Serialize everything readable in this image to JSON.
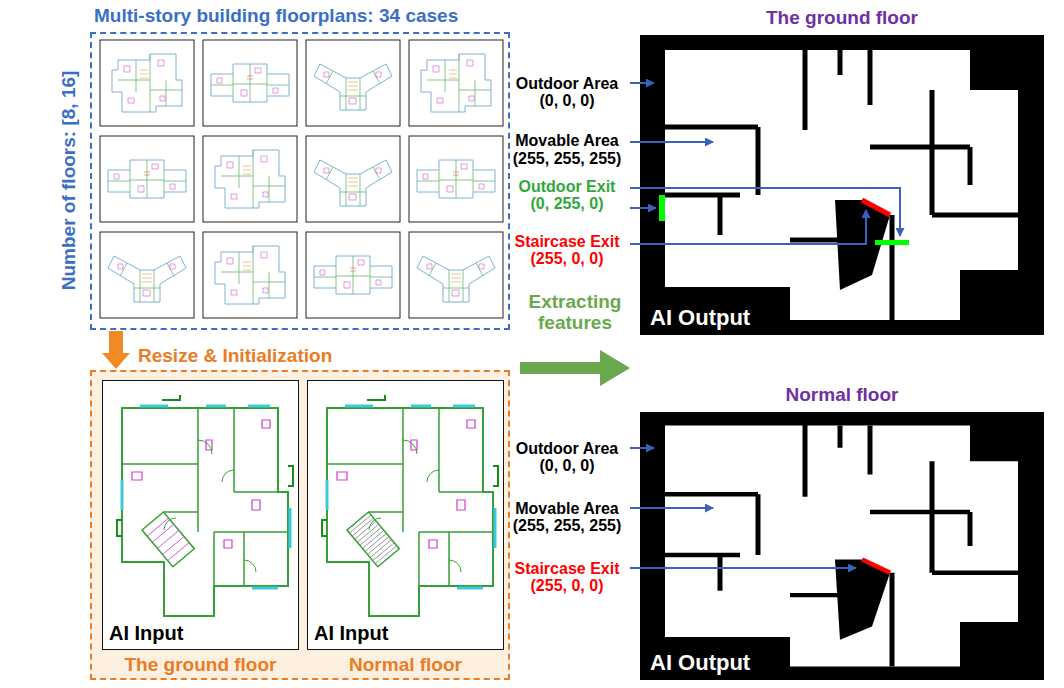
{
  "diagram": {
    "nodes": [
      {
        "text": [
          "Multi-story building floorplans: 34 cases"
        ]
      },
      {
        "text": [
          "Resize & Initialization"
        ]
      },
      {
        "text": [
          "AI Input",
          "The ground floor"
        ],
        "in": 1
      },
      {
        "text": [
          "AI Input",
          "Normal floor"
        ],
        "in": 1
      },
      {
        "text": [
          "The ground floor",
          "AI Output"
        ]
      },
      {
        "text": [
          "Normal floor",
          "AI Output"
        ]
      }
    ],
    "edges": [
      {
        "from": 0,
        "to": 1,
        "arrow": "to"
      }
    ],
    "labels": [
      "Number of floors: [8, 16]",
      "Extracting features",
      "Outdoor Area",
      "(0, 0, 0)",
      "Movable Area",
      "(255, 255, 255)",
      "Outdoor Exit",
      "(0, 255, 0)",
      "Staircase Exit",
      "(255, 0, 0)",
      "Outdoor Area",
      "(0, 0, 0)",
      "Movable Area",
      "(255, 255, 255)",
      "Staircase Exit",
      "(255, 0, 0)"
    ]
  }
}
